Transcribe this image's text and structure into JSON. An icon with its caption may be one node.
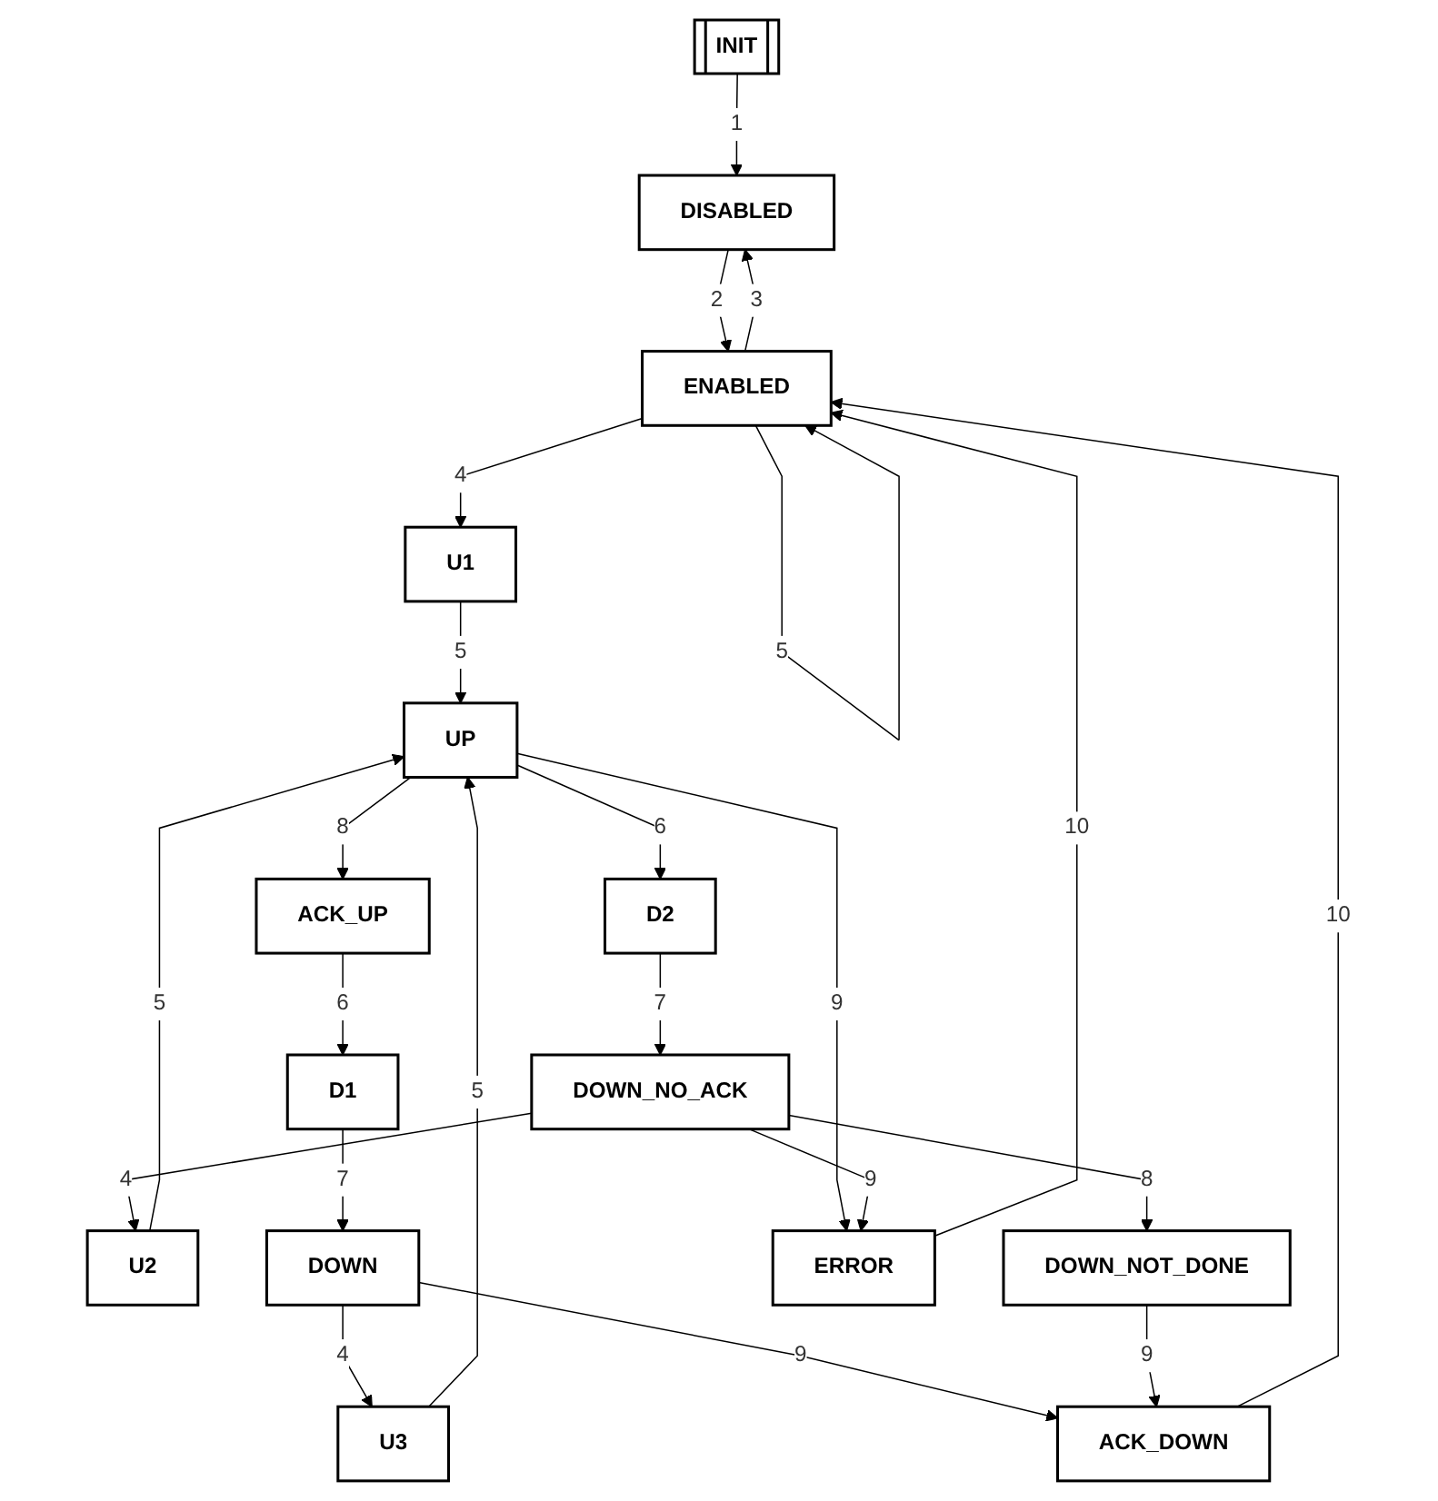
{
  "diagram": {
    "nodes": [
      {
        "text": [
          "INIT"
        ]
      },
      {
        "text": [
          "DISABLED"
        ]
      },
      {
        "text": [
          "ENABLED"
        ]
      },
      {
        "text": [
          "U1"
        ]
      },
      {
        "text": [
          "UP"
        ]
      },
      {
        "text": [
          "ACK_UP"
        ]
      },
      {
        "text": [
          "D2"
        ]
      },
      {
        "text": [
          "U2"
        ]
      },
      {
        "text": [
          "U3"
        ]
      },
      {
        "text": [
          "D1"
        ]
      },
      {
        "text": [
          "DOWN_NO_ACK"
        ]
      },
      {
        "text": [
          "DOWN"
        ]
      },
      {
        "text": [
          "DOWN_NOT_DONE"
        ]
      },
      {
        "text": [
          "ACK_DOWN"
        ]
      },
      {
        "text": [
          "ERROR"
        ]
      }
    ],
    "edges": [
      {
        "from": 0,
        "to": 1,
        "arrow": "to",
        "label": "1"
      },
      {
        "from": 1,
        "to": 2,
        "arrow": "to",
        "label": "2"
      },
      {
        "from": 2,
        "to": 1,
        "arrow": "to",
        "label": "3"
      },
      {
        "from": 2,
        "to": 3,
        "arrow": "to",
        "label": "4"
      },
      {
        "from": 2,
        "to": 2,
        "arrow": "to",
        "label": "5"
      },
      {
        "from": 3,
        "to": 4,
        "arrow": "to",
        "label": "5"
      },
      {
        "from": 4,
        "to": 5,
        "arrow": "to",
        "label": "8"
      },
      {
        "from": 4,
        "to": 6,
        "arrow": "to",
        "label": "6"
      },
      {
        "from": 7,
        "to": 4,
        "arrow": "to",
        "label": "5"
      },
      {
        "from": 4,
        "to": 14,
        "arrow": "to",
        "label": "9"
      },
      {
        "from": 5,
        "to": 9,
        "arrow": "to",
        "label": "6"
      },
      {
        "from": 9,
        "to": 11,
        "arrow": "to",
        "label": "7"
      },
      {
        "from": 6,
        "to": 10,
        "arrow": "to",
        "label": "7"
      },
      {
        "from": 10,
        "to": 7,
        "arrow": "to",
        "label": "4"
      },
      {
        "from": 10,
        "to": 12,
        "arrow": "to",
        "label": "8"
      },
      {
        "from": 10,
        "to": 14,
        "arrow": "to",
        "label": "9"
      },
      {
        "from": 11,
        "to": 8,
        "arrow": "to",
        "label": "4"
      },
      {
        "from": 8,
        "to": 4,
        "arrow": "to",
        "label": "5"
      },
      {
        "from": 11,
        "to": 13,
        "arrow": "to",
        "label": "9"
      },
      {
        "from": 12,
        "to": 13,
        "arrow": "to",
        "label": "9"
      },
      {
        "from": 13,
        "to": 2,
        "arrow": "to",
        "label": "10"
      },
      {
        "from": 14,
        "to": 2,
        "arrow": "to",
        "label": "10"
      }
    ]
  }
}
